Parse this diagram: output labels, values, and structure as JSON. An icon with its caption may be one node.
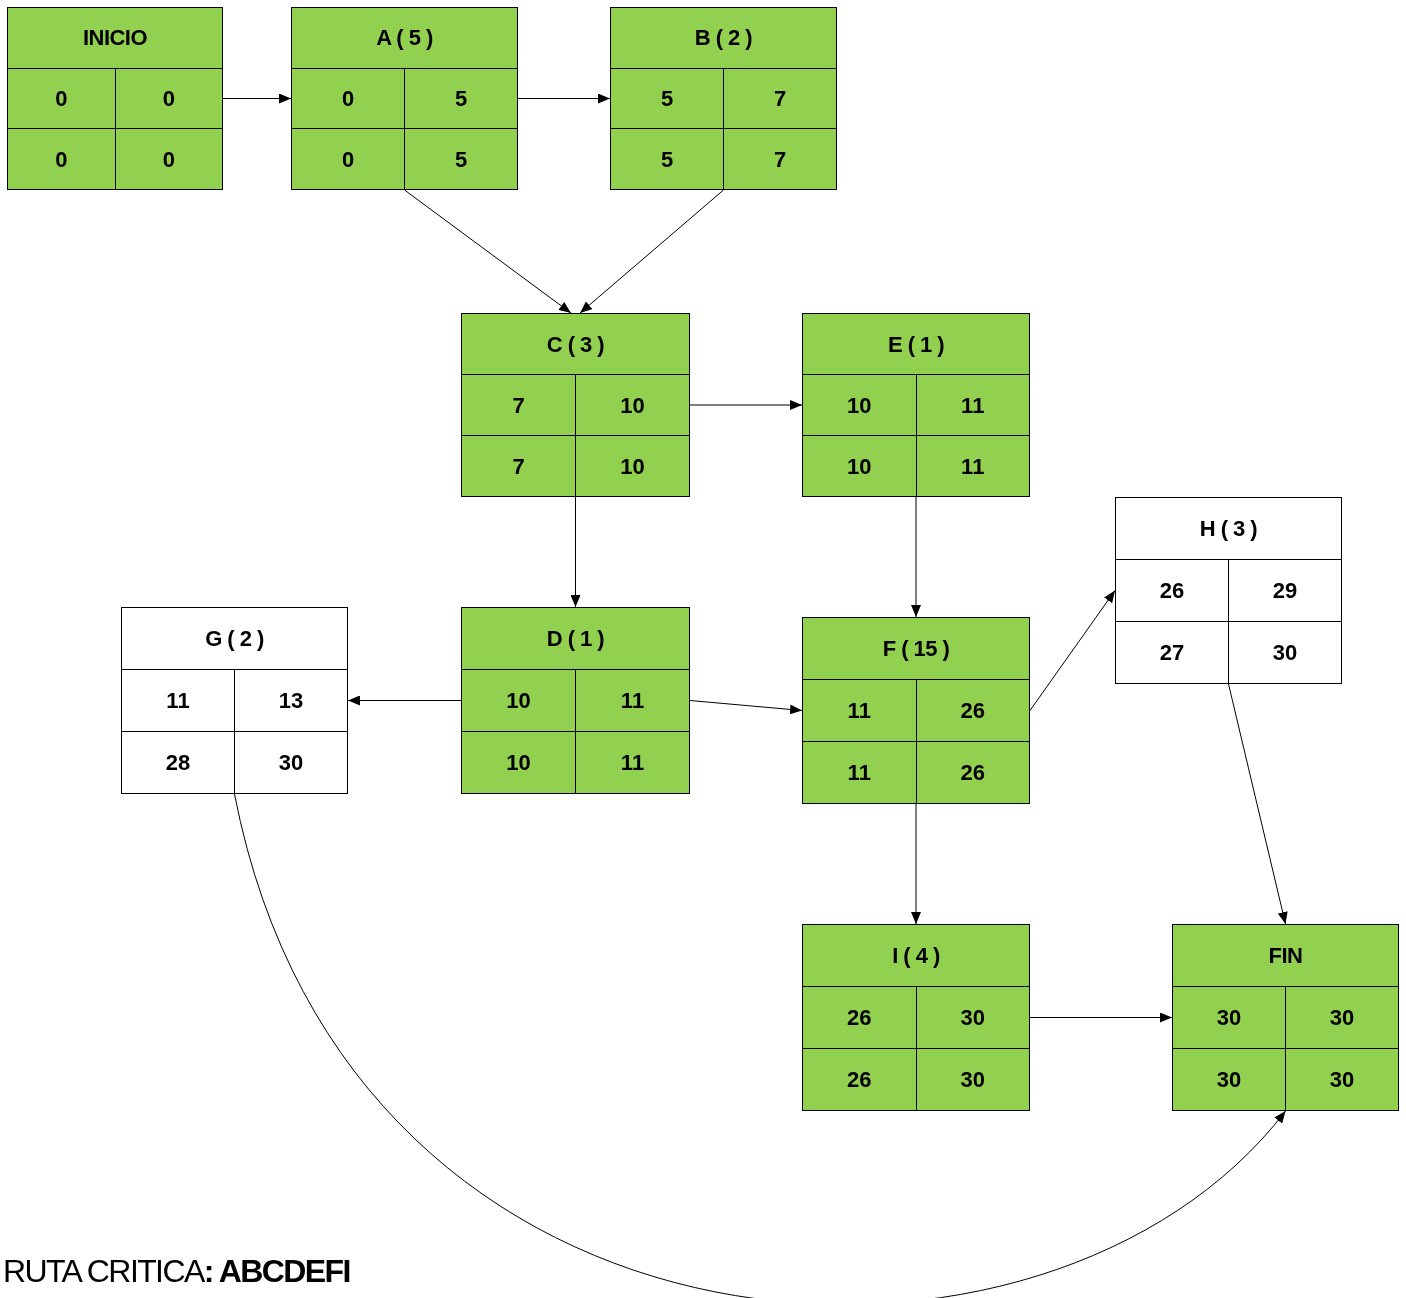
{
  "diagram": {
    "nodes": [
      {
        "text": [
          "INICIO",
          "0",
          "0",
          "0",
          "0"
        ]
      },
      {
        "text": [
          "A ( 5 )",
          "0",
          "5",
          "0",
          "5"
        ]
      },
      {
        "text": [
          "B ( 2 )",
          "5",
          "7",
          "5",
          "7"
        ]
      },
      {
        "text": [
          "C ( 3 )",
          "7",
          "10",
          "7",
          "10"
        ]
      },
      {
        "text": [
          "E ( 1 )",
          "10",
          "11",
          "10",
          "11"
        ]
      },
      {
        "text": [
          "H ( 3 )",
          "26",
          "29",
          "27",
          "30"
        ]
      },
      {
        "text": [
          "G ( 2 )",
          "11",
          "13",
          "28",
          "30"
        ]
      },
      {
        "text": [
          "D ( 1 )",
          "10",
          "11",
          "10",
          "11"
        ]
      },
      {
        "text": [
          "F ( 15 )",
          "11",
          "26",
          "11",
          "26"
        ]
      },
      {
        "text": [
          "I ( 4 )",
          "26",
          "30",
          "26",
          "30"
        ]
      },
      {
        "text": [
          "FIN",
          "30",
          "30",
          "30",
          "30"
        ]
      }
    ],
    "edges": [
      {
        "from": 0,
        "to": 1,
        "arrow": "to"
      },
      {
        "from": 1,
        "to": 2,
        "arrow": "to"
      },
      {
        "from": 1,
        "to": 3,
        "arrow": "to"
      },
      {
        "from": 2,
        "to": 3,
        "arrow": "to"
      },
      {
        "from": 3,
        "to": 4,
        "arrow": "to"
      },
      {
        "from": 3,
        "to": 7,
        "arrow": "to"
      },
      {
        "from": 4,
        "to": 8,
        "arrow": "to"
      },
      {
        "from": 7,
        "to": 6,
        "arrow": "to"
      },
      {
        "from": 7,
        "to": 8,
        "arrow": "to"
      },
      {
        "from": 8,
        "to": 5,
        "arrow": "to"
      },
      {
        "from": 8,
        "to": 9,
        "arrow": "to"
      },
      {
        "from": 5,
        "to": 10,
        "arrow": "to"
      },
      {
        "from": 9,
        "to": 10,
        "arrow": "to"
      },
      {
        "from": 6,
        "to": 10,
        "arrow": "to"
      }
    ],
    "labels": [
      "RUTA CRITICA**: ABCDEFI**"
    ]
  }
}
